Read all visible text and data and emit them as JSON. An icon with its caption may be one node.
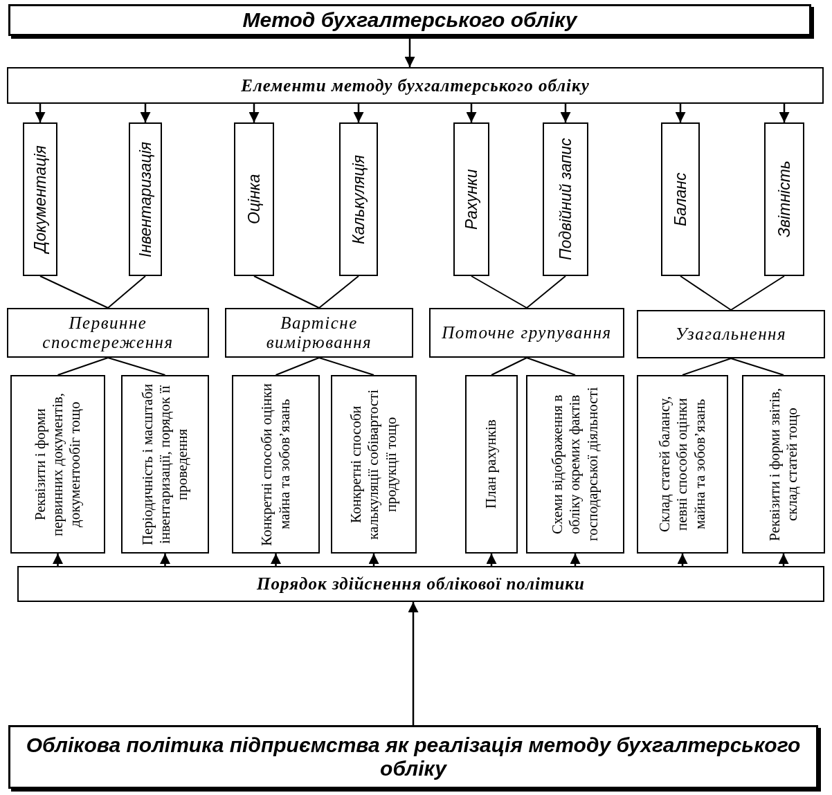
{
  "diagram": {
    "nodes": [
      {
        "text": [
          "Метод бухгалтерського обліку"
        ]
      },
      {
        "text": [
          "Елементи методу бухгалтерського обліку"
        ]
      },
      {
        "text": [
          "Документація"
        ]
      },
      {
        "text": [
          "Інвентаризація"
        ]
      },
      {
        "text": [
          "Оцінка"
        ]
      },
      {
        "text": [
          "Калькуляція"
        ]
      },
      {
        "text": [
          "Рахунки"
        ]
      },
      {
        "text": [
          "Подвійний запис"
        ]
      },
      {
        "text": [
          "Баланс"
        ]
      },
      {
        "text": [
          "Звітність"
        ]
      },
      {
        "text": [
          "Первинне спостереження"
        ]
      },
      {
        "text": [
          "Вартісне вимірювання"
        ]
      },
      {
        "text": [
          "Поточне групування"
        ]
      },
      {
        "text": [
          "Узагальнення"
        ]
      },
      {
        "text": [
          "Реквізити і форми первинних документів, документообіг тощо"
        ]
      },
      {
        "text": [
          "Періодичність і масштаби інвентаризації, порядок її проведення"
        ]
      },
      {
        "text": [
          "Конкретні способи оцінки майна та зобовʼязань"
        ]
      },
      {
        "text": [
          "Конкретні способи калькуляції собівартості продукції тощо"
        ]
      },
      {
        "text": [
          "План рахунків"
        ]
      },
      {
        "text": [
          "Схеми відображення в обліку окремих фактів господарської діяльності"
        ]
      },
      {
        "text": [
          "Склад статей балансу, певні способи оцінки майна та зобовʼязань"
        ]
      },
      {
        "text": [
          "Реквізити і форми звітів, склад статей тощо"
        ]
      },
      {
        "text": [
          "Порядок здійснення облікової політики"
        ]
      },
      {
        "text": [
          "Облікова політика підприємства як реалізація методу бухгалтерського обліку"
        ]
      }
    ],
    "edges": [
      {
        "from": 0,
        "to": 1,
        "arrow": "to"
      },
      {
        "from": 1,
        "to": 2,
        "arrow": "to"
      },
      {
        "from": 1,
        "to": 3,
        "arrow": "to"
      },
      {
        "from": 1,
        "to": 4,
        "arrow": "to"
      },
      {
        "from": 1,
        "to": 5,
        "arrow": "to"
      },
      {
        "from": 1,
        "to": 6,
        "arrow": "to"
      },
      {
        "from": 1,
        "to": 7,
        "arrow": "to"
      },
      {
        "from": 1,
        "to": 8,
        "arrow": "to"
      },
      {
        "from": 1,
        "to": 9,
        "arrow": "to"
      },
      {
        "from": 2,
        "to": 10,
        "arrow": "none"
      },
      {
        "from": 3,
        "to": 10,
        "arrow": "none"
      },
      {
        "from": 4,
        "to": 11,
        "arrow": "none"
      },
      {
        "from": 5,
        "to": 11,
        "arrow": "none"
      },
      {
        "from": 6,
        "to": 12,
        "arrow": "none"
      },
      {
        "from": 7,
        "to": 12,
        "arrow": "none"
      },
      {
        "from": 8,
        "to": 13,
        "arrow": "none"
      },
      {
        "from": 9,
        "to": 13,
        "arrow": "none"
      },
      {
        "from": 10,
        "to": 14,
        "arrow": "none"
      },
      {
        "from": 10,
        "to": 15,
        "arrow": "none"
      },
      {
        "from": 11,
        "to": 16,
        "arrow": "none"
      },
      {
        "from": 11,
        "to": 17,
        "arrow": "none"
      },
      {
        "from": 12,
        "to": 18,
        "arrow": "none"
      },
      {
        "from": 12,
        "to": 19,
        "arrow": "none"
      },
      {
        "from": 13,
        "to": 20,
        "arrow": "none"
      },
      {
        "from": 13,
        "to": 21,
        "arrow": "none"
      },
      {
        "from": 22,
        "to": 14,
        "arrow": "to"
      },
      {
        "from": 22,
        "to": 15,
        "arrow": "to"
      },
      {
        "from": 22,
        "to": 16,
        "arrow": "to"
      },
      {
        "from": 22,
        "to": 17,
        "arrow": "to"
      },
      {
        "from": 22,
        "to": 18,
        "arrow": "to"
      },
      {
        "from": 22,
        "to": 19,
        "arrow": "to"
      },
      {
        "from": 22,
        "to": 20,
        "arrow": "to"
      },
      {
        "from": 22,
        "to": 21,
        "arrow": "to"
      },
      {
        "from": 23,
        "to": 22,
        "arrow": "to"
      }
    ]
  }
}
